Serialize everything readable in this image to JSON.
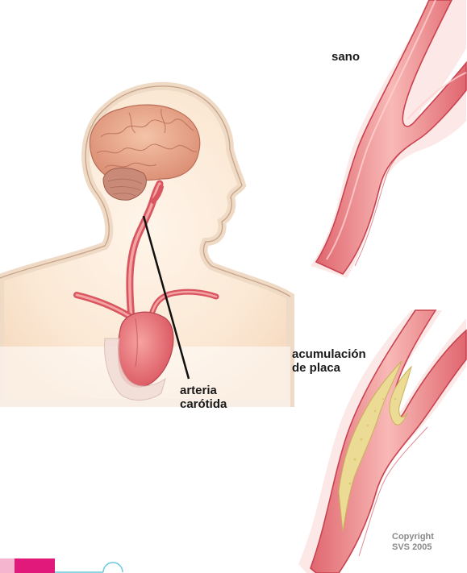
{
  "labels": {
    "healthy": "sano",
    "plaque_line1": "acumulación",
    "plaque_line2": "de placa",
    "artery_line1": "arteria",
    "artery_line2": "carótida"
  },
  "copyright": {
    "line1": "Copyright",
    "line2": "SVS 2005"
  },
  "colors": {
    "skin": "#fbe6d0",
    "artery": "#e8747a",
    "artery_light": "#f6b3b1",
    "brain": "#e9a78c",
    "plaque": "#ecdb94",
    "accent_magenta": "#e0197b",
    "accent_pink": "#f6b5cf",
    "accent_cyan": "#6cc9e0"
  }
}
